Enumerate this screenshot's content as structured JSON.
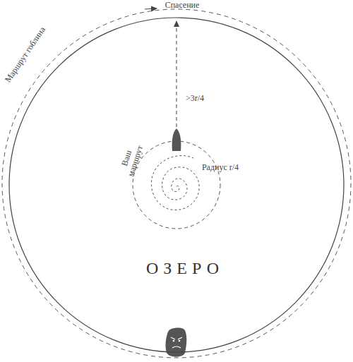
{
  "diagram": {
    "nodes": [
      {
        "text": [
          "ОЗЕРО"
        ]
      }
    ],
    "labels": [
      "Спасение",
      "Маршрут гоблина",
      ">3r/4",
      "Ваш маршрут",
      "Радиус r/4"
    ]
  }
}
